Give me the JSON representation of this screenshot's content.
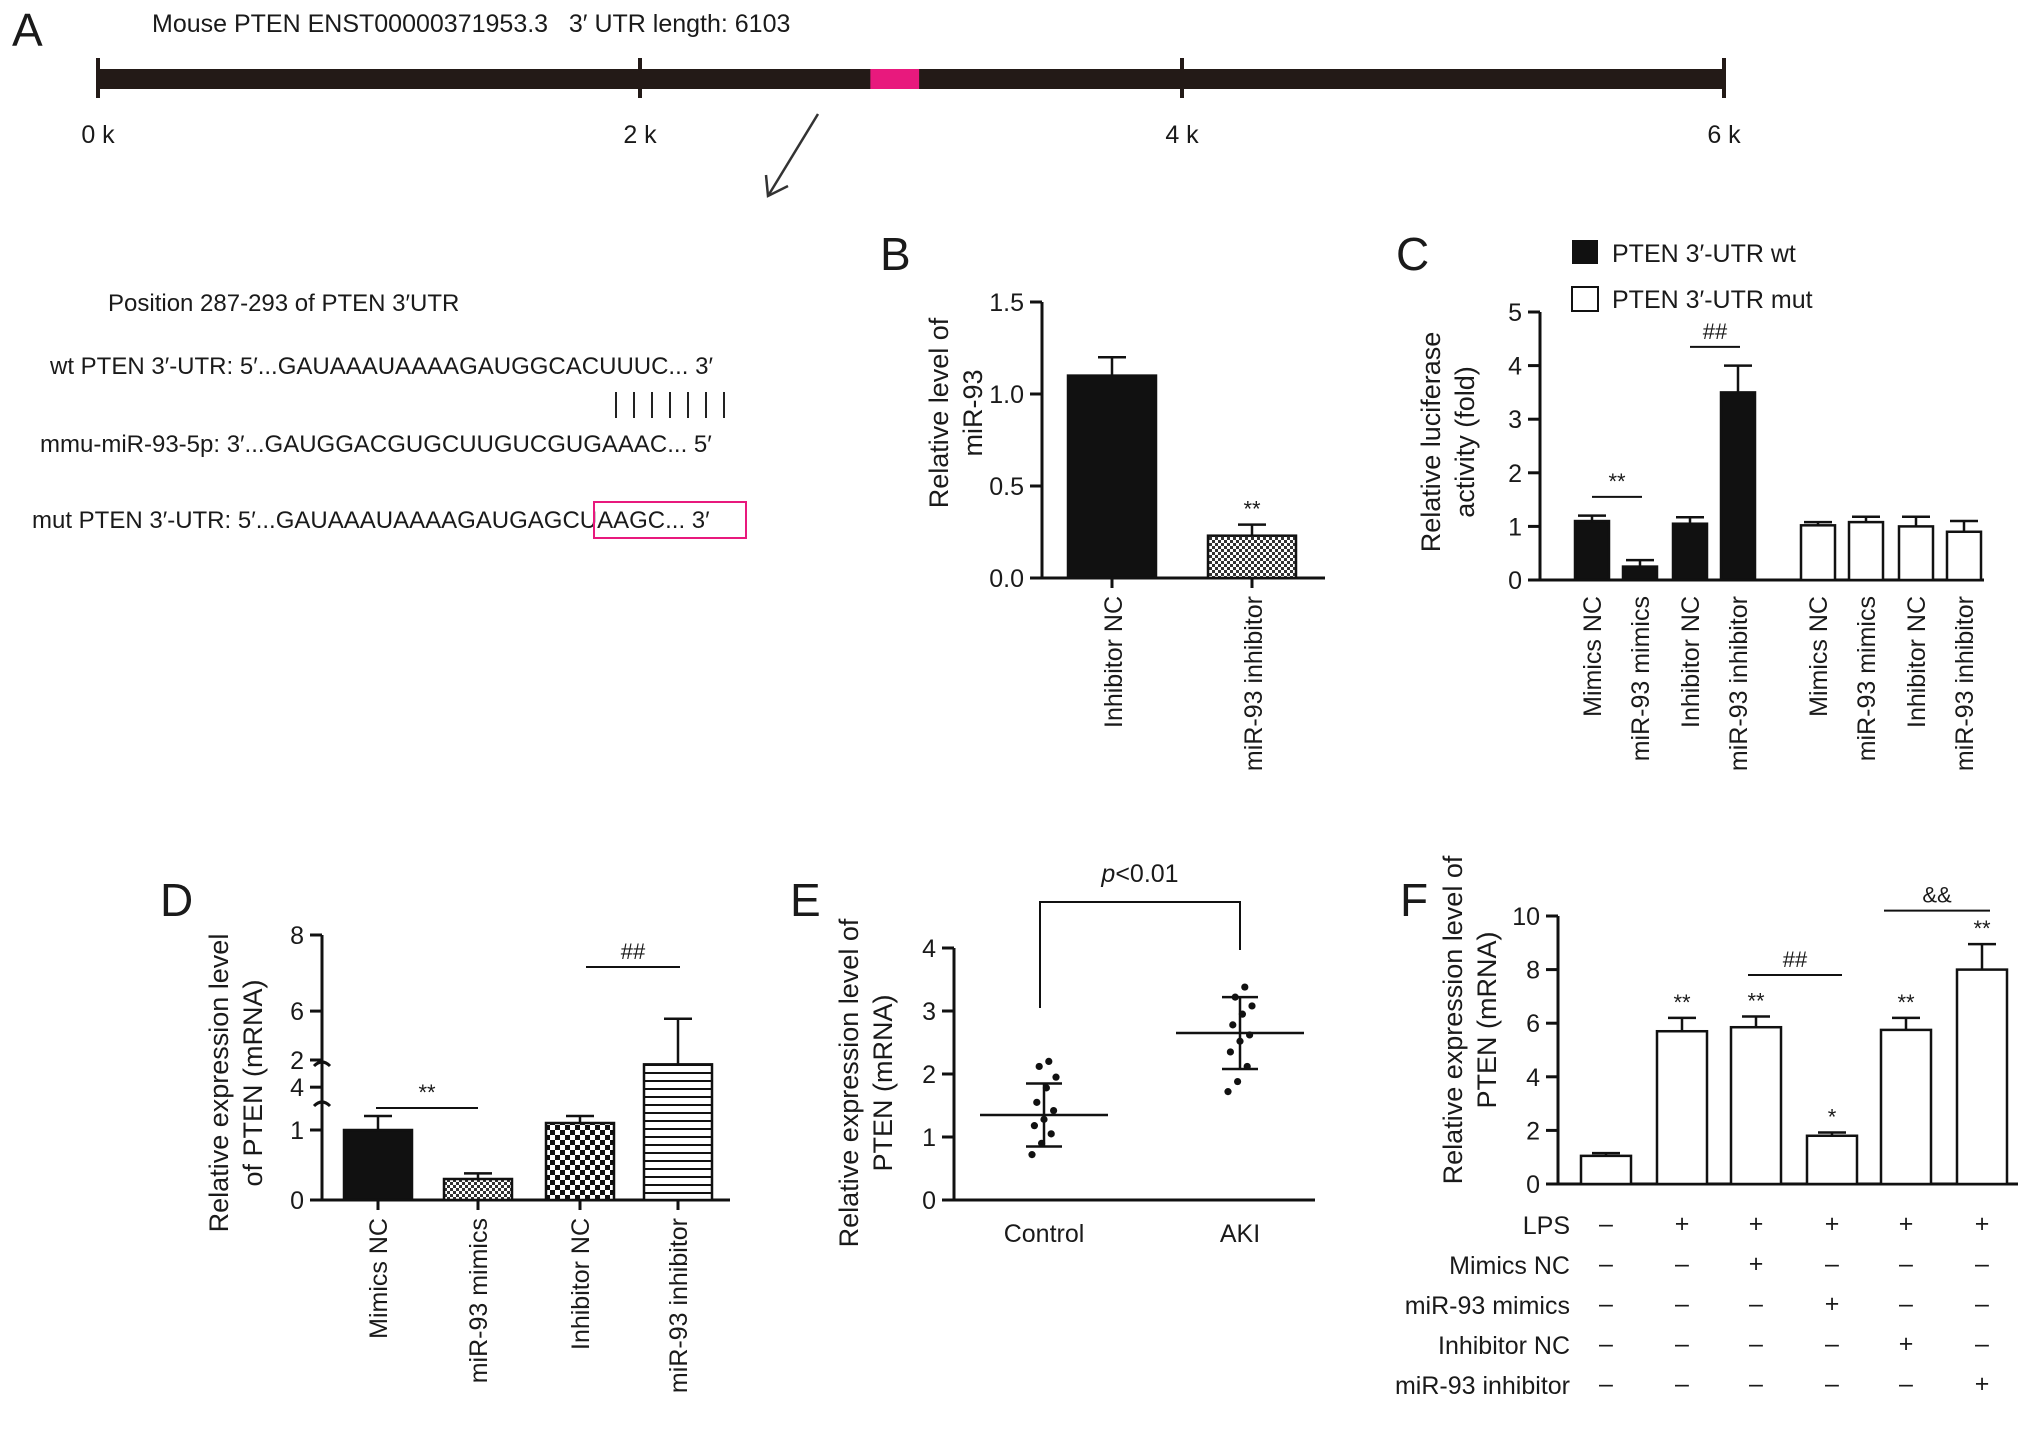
{
  "panelA": {
    "label": "A",
    "header": "Mouse PTEN ENST00000371953.3   3′ UTR length: 6103",
    "ticks": [
      "0 k",
      "2 k",
      "4 k",
      "6 k"
    ],
    "tick_values": [
      0,
      2000,
      4000,
      6000
    ],
    "site_range": [
      2850,
      3030
    ],
    "position_text": "Position 287-293 of PTEN 3′UTR",
    "wt_line": "wt PTEN 3′-UTR: 5′...GAUAAAUAAAAGAUGGCACUUUC... 3′",
    "mirna_line": "mmu-miR-93-5p: 3′...GAUGGACGUGCUUGUCGUGAAAC... 5′",
    "mut_line": "mut PTEN 3′-UTR: 5′...GAUAAAUAAAAGAUGAGCUAAGC... 3′",
    "colors": {
      "bar": "#231a17",
      "site": "#e8197d",
      "box": "#e8197d"
    }
  },
  "chart_data": [
    {
      "panel": "B",
      "type": "bar",
      "ylabel": "Relative level of miR-93",
      "categories": [
        "Inhibitor NC",
        "miR-93 inhibitor"
      ],
      "values": [
        1.1,
        0.23
      ],
      "errors": [
        0.1,
        0.06
      ],
      "ylim": [
        0,
        1.5
      ],
      "yticks": [
        "0.0",
        "0.5",
        "1.0",
        "1.5"
      ],
      "annotations": [
        "**"
      ]
    },
    {
      "panel": "C",
      "type": "bar",
      "ylabel": "Relative luciferase activity (fold)",
      "categories": [
        "Mimics NC",
        "miR-93 mimics",
        "Inhibitor NC",
        "miR-93 inhibitor",
        "Mimics NC",
        "miR-93 mimics",
        "Inhibitor NC",
        "miR-93 inhibitor"
      ],
      "series": [
        {
          "name": "PTEN 3′-UTR wt",
          "values": [
            1.1,
            0.25,
            1.05,
            3.5
          ],
          "errors": [
            0.1,
            0.12,
            0.12,
            0.5
          ]
        },
        {
          "name": "PTEN 3′-UTR mut",
          "values": [
            1.02,
            1.08,
            1.0,
            0.9
          ],
          "errors": [
            0.06,
            0.1,
            0.18,
            0.2
          ]
        }
      ],
      "ylim": [
        0,
        5
      ],
      "yticks": [
        "0",
        "1",
        "2",
        "3",
        "4",
        "5"
      ],
      "annotations": [
        "**",
        "##"
      ],
      "legend": "top"
    },
    {
      "panel": "D",
      "type": "bar",
      "ylabel": "Relative expression level of PTEN (mRNA)",
      "categories": [
        "Mimics NC",
        "miR-93 mimics",
        "Inhibitor NC",
        "miR-93 inhibitor"
      ],
      "values": [
        1.0,
        0.3,
        1.1,
        4.6
      ],
      "errors": [
        0.2,
        0.08,
        0.1,
        1.2
      ],
      "ylim": [
        0,
        8
      ],
      "axis_break": [
        2,
        3.4
      ],
      "yticks": [
        "0",
        "1",
        "2",
        "4",
        "6",
        "8"
      ],
      "annotations": [
        "**",
        "##"
      ]
    },
    {
      "panel": "E",
      "type": "scatter",
      "ylabel": "Relative expression level of PTEN (mRNA)",
      "categories": [
        "Control",
        "AKI"
      ],
      "means": [
        1.35,
        2.65
      ],
      "sd": [
        0.5,
        0.57
      ],
      "points": [
        [
          0.72,
          0.9,
          1.05,
          1.18,
          1.28,
          1.42,
          1.55,
          1.78,
          1.95,
          2.12,
          2.2
        ],
        [
          1.72,
          1.88,
          2.12,
          2.35,
          2.52,
          2.62,
          2.78,
          2.95,
          3.08,
          3.22,
          3.38
        ]
      ],
      "ylim": [
        0,
        4
      ],
      "yticks": [
        "0",
        "1",
        "2",
        "3",
        "4"
      ],
      "annotation": "p<0.01"
    },
    {
      "panel": "F",
      "type": "bar",
      "ylabel": "Relative expression level of PTEN (mRNA)",
      "values": [
        1.05,
        5.7,
        5.85,
        1.8,
        5.75,
        8.0
      ],
      "errors": [
        0.1,
        0.5,
        0.4,
        0.12,
        0.45,
        0.95
      ],
      "ylim": [
        0,
        10
      ],
      "yticks": [
        "0",
        "2",
        "4",
        "6",
        "8",
        "10"
      ],
      "bar_labels": [
        "",
        "**",
        "**",
        "*",
        "**",
        "**"
      ],
      "annotations": [
        "##",
        "&&"
      ],
      "table": [
        {
          "label": "LPS",
          "signs": [
            "–",
            "+",
            "+",
            "+",
            "+",
            "+"
          ]
        },
        {
          "label": "Mimics NC",
          "signs": [
            "–",
            "–",
            "+",
            "–",
            "–",
            "–"
          ]
        },
        {
          "label": "miR-93 mimics",
          "signs": [
            "–",
            "–",
            "–",
            "+",
            "–",
            "–"
          ]
        },
        {
          "label": "Inhibitor NC",
          "signs": [
            "–",
            "–",
            "–",
            "–",
            "+",
            "–"
          ]
        },
        {
          "label": "miR-93 inhibitor",
          "signs": [
            "–",
            "–",
            "–",
            "–",
            "–",
            "+"
          ]
        }
      ]
    }
  ]
}
